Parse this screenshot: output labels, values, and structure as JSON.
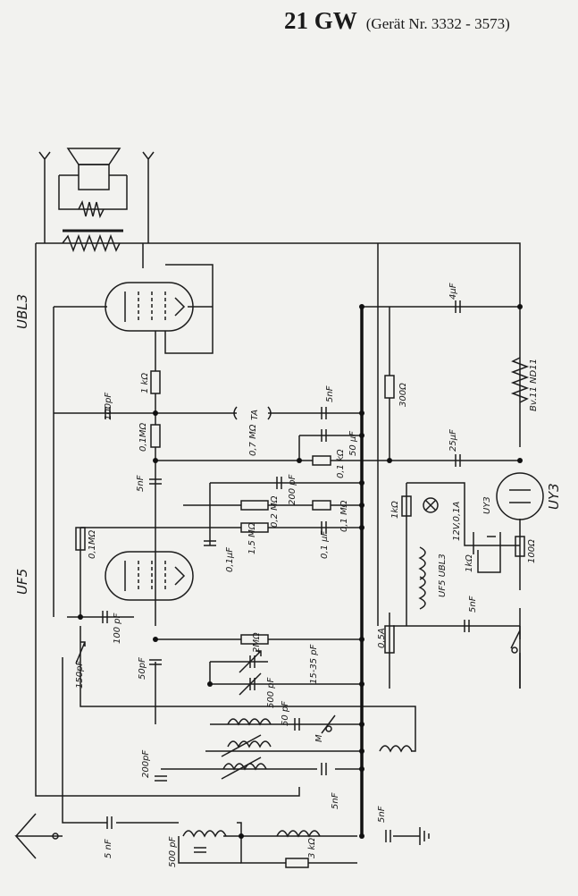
{
  "header": {
    "model": "21 GW",
    "device_range": "(Gerät Nr. 3332 - 3573)"
  },
  "tubes": {
    "ubl3": "UBL3",
    "uf5": "UF5",
    "uy3": "UY3"
  },
  "labels": {
    "c_100pf_top": "100pF",
    "r_1k_top": "1 kΩ",
    "r_01m": "0,1MΩ",
    "c_5nf_ta": "5nF",
    "ta": "TA",
    "r_07m": "0,7 MΩ",
    "r_01k": "0,1 kΩ",
    "c_50_uf": "50 μF",
    "c_5nf_left": "5nF",
    "r_300": "300Ω",
    "c_25uf": "25μF",
    "c_4uf": "4μF",
    "bv": "Bv.11 ND11",
    "r_01m_left": "0,1MΩ",
    "c_200pf_mid": "200 pF",
    "r_02m": "0,2 MΩ",
    "r_15m": "1,5 MΩ",
    "c_01uf_grid": "0,1μF",
    "c_01uf_b": "0,1 μF",
    "r_01m_b": "0,1 MΩ",
    "r_1k_lamp": "1kΩ",
    "lamp": "12V,0,1A",
    "uy3_small": "UY3",
    "heaters": "UF5 UBL3",
    "pot_1k": "1kΩ",
    "r_100": "100Ω",
    "c_100pf_grid": "100 pF",
    "c_150pf": "150pF",
    "c_50pf": "50pF",
    "r_2m": "2MΩ",
    "c_15_35": "15-35 pF",
    "c_500pf_mid": "500 pF",
    "c_50pf_b": "50 pF",
    "m": "M",
    "c_5nf_r": "5nF",
    "fuse": "0,5A",
    "c_200pf_low": "200pF",
    "c_5nf_low": "5nF",
    "c_5nf_ant": "5 nF",
    "c_500pf_ant": "500 pF",
    "r_3k": "3 kΩ",
    "c_5nf_gnd": "5nF"
  }
}
